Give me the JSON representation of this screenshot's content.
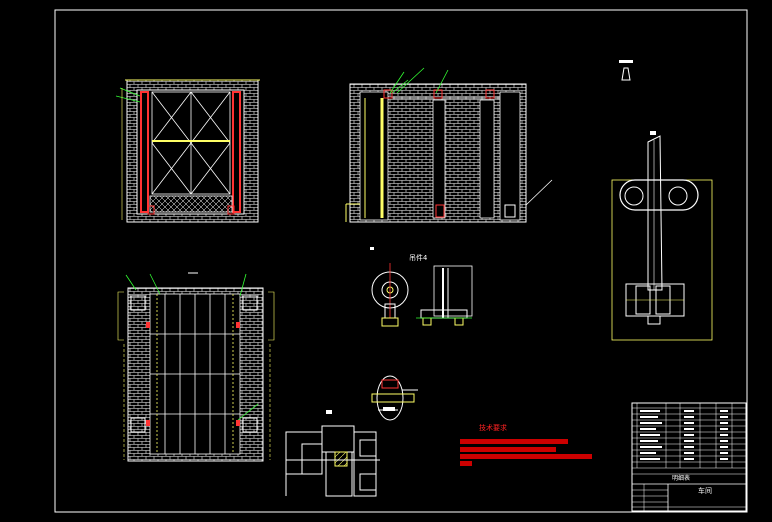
{
  "drawing": {
    "background": "#000000",
    "border_color": "#ffffff",
    "brick_color": "#ffffff",
    "steel_color": "#ff3333",
    "dim_color": "#ffff66",
    "leader_color": "#33ff33",
    "label_detail": "吊件4",
    "tech_title": "技术要求",
    "title_block_text": "车间",
    "table_header": "明细表",
    "colors": {
      "title_red": "#ff2222",
      "white": "#ffffff",
      "yellow": "#ffff66",
      "green": "#33ff33",
      "red": "#cc0000"
    }
  }
}
